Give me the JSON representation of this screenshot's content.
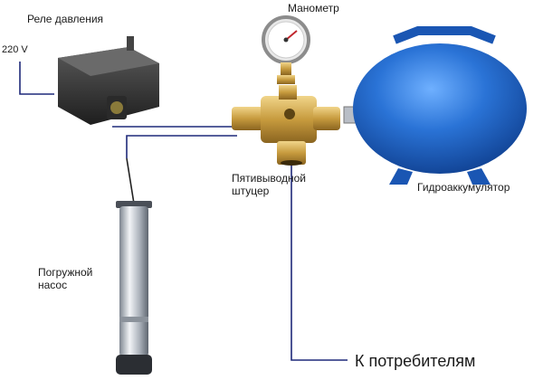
{
  "labels": {
    "pressure_switch": "Реле давления",
    "voltage": "220 V",
    "manometer": "Манометр",
    "fitting": "Пятивыводной\nштуцер",
    "accumulator": "Гидроаккумулятор",
    "pump": "Погружной\nнасос",
    "consumers": "К потребителям"
  },
  "colors": {
    "wire": "#1f2a7a",
    "tank": "#1f63c9",
    "brass": "#c9a24a",
    "relay_body": "#3a3a3a",
    "pump_steel": "#c9ced6"
  },
  "icons": [
    "pressure-switch-icon",
    "manometer-icon",
    "brass-fitting-icon",
    "accumulator-tank-icon",
    "submersible-pump-icon"
  ]
}
